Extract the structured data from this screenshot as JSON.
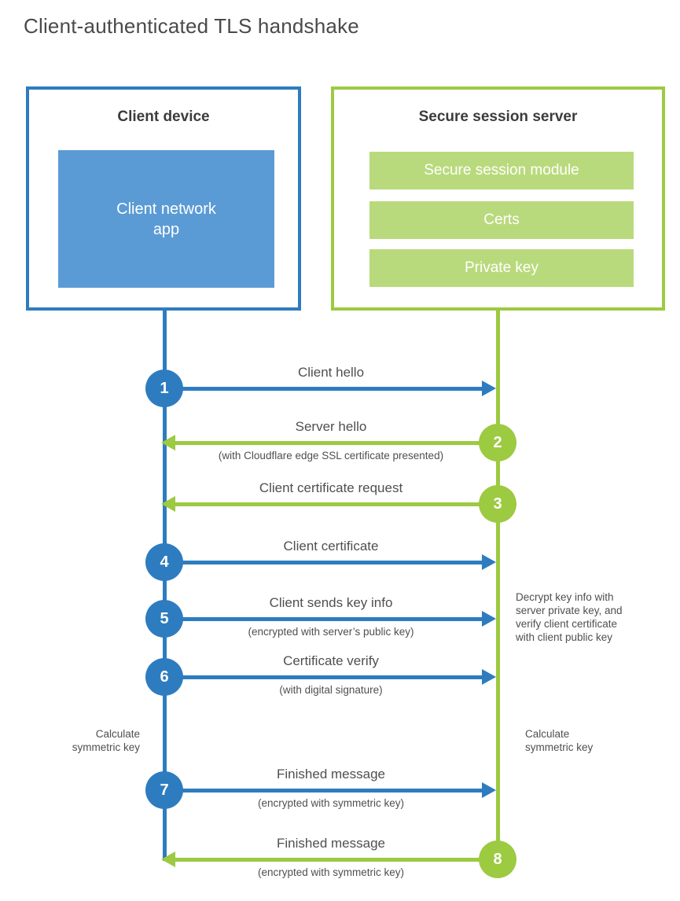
{
  "title": "Client-authenticated TLS handshake",
  "client": {
    "title": "Client device",
    "app_label": [
      "Client network",
      "app"
    ]
  },
  "server": {
    "title": "Secure session server",
    "modules": [
      "Secure session module",
      "Certs",
      "Private key"
    ]
  },
  "steps": [
    {
      "num": "1",
      "from": "client",
      "label": "Client hello",
      "sub": ""
    },
    {
      "num": "2",
      "from": "server",
      "label": "Server hello",
      "sub": "(with Cloudflare edge SSL certificate presented)"
    },
    {
      "num": "3",
      "from": "server",
      "label": "Client certificate request",
      "sub": ""
    },
    {
      "num": "4",
      "from": "client",
      "label": "Client certificate",
      "sub": ""
    },
    {
      "num": "5",
      "from": "client",
      "label": "Client sends key info",
      "sub": "(encrypted with server’s public key)"
    },
    {
      "num": "6",
      "from": "client",
      "label": "Certificate verify",
      "sub": "(with digital signature)"
    },
    {
      "num": "7",
      "from": "client",
      "label": "Finished message",
      "sub": "(encrypted with symmetric key)"
    },
    {
      "num": "8",
      "from": "server",
      "label": "Finished message",
      "sub": "(encrypted with symmetric key)"
    }
  ],
  "notes": {
    "decrypt": [
      "Decrypt key info with",
      "server private key, and",
      "verify client certificate",
      "with client public key"
    ],
    "calc_left": [
      "Calculate",
      "symmetric key"
    ],
    "calc_right": [
      "Calculate",
      "symmetric key"
    ]
  },
  "colors": {
    "blue": "#2e7cc0",
    "blue_fill": "#5b9bd5",
    "green": "#9cca41",
    "green_fill": "#b9da7c",
    "heading_text": "#3c3c3c",
    "label_text": "#4f4f4f"
  }
}
